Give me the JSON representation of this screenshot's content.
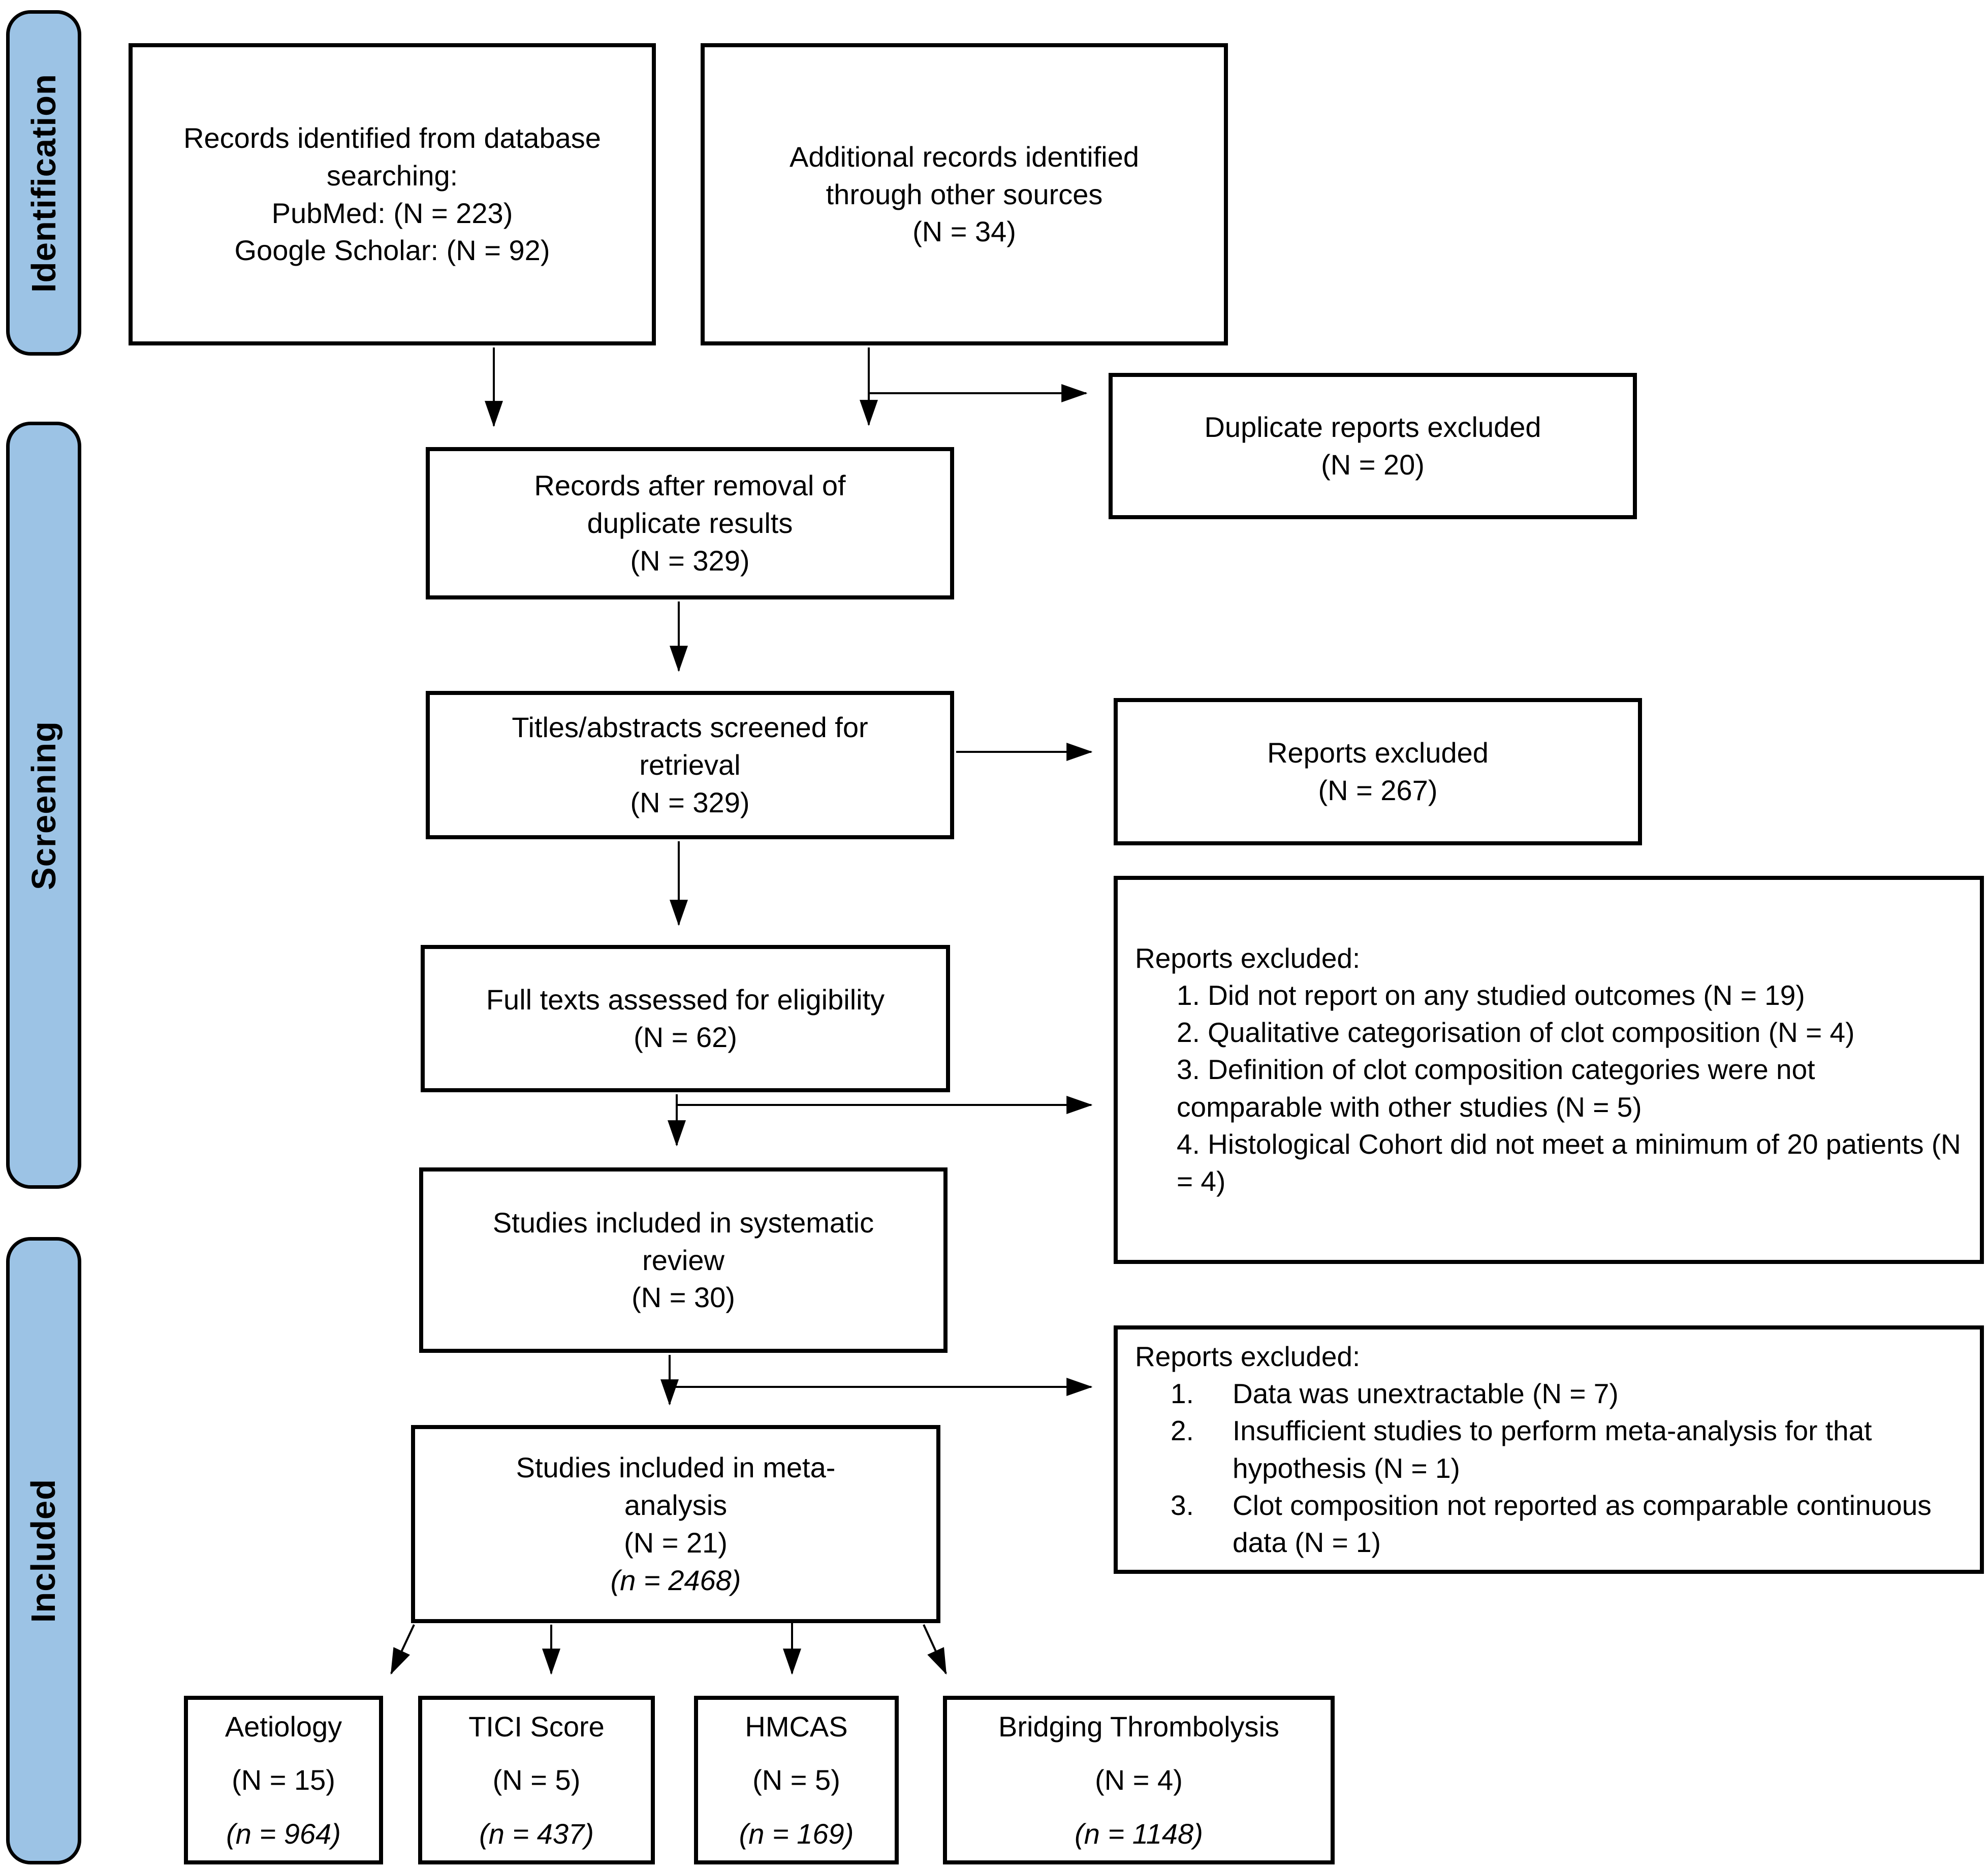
{
  "colors": {
    "sidebar_fill": "#9CC3E5",
    "box_border": "#000000",
    "background": "#FFFFFF"
  },
  "sidebar": {
    "stages": [
      {
        "label": "Identification"
      },
      {
        "label": "Screening"
      },
      {
        "label": "Included"
      }
    ]
  },
  "boxes": {
    "records_db": {
      "lines": [
        "Records identified from database",
        "searching:",
        "PubMed: (N = 223)",
        "Google Scholar: (N = 92)"
      ]
    },
    "additional": {
      "lines": [
        "Additional records identified",
        "through other sources",
        "(N = 34)"
      ]
    },
    "duplicates_excluded": {
      "lines": [
        "Duplicate reports excluded",
        "(N = 20)"
      ]
    },
    "after_removal": {
      "lines": [
        "Records after removal of",
        "duplicate results",
        "(N = 329)"
      ]
    },
    "titles_abstracts": {
      "lines": [
        "Titles/abstracts screened for",
        "retrieval",
        "(N = 329)"
      ]
    },
    "reports_excluded_267": {
      "lines": [
        "Reports excluded",
        "(N = 267)"
      ]
    },
    "full_texts": {
      "lines": [
        "Full texts assessed for eligibility",
        "(N = 62)"
      ]
    },
    "excluded_eligibility": {
      "title": "Reports excluded:",
      "items": [
        "1. Did not report on any studied outcomes (N = 19)",
        "2. Qualitative categorisation of clot composition (N = 4)",
        "3. Definition of clot composition categories were not comparable with other studies (N = 5)",
        "4. Histological Cohort did not meet a minimum of 20 patients (N = 4)"
      ]
    },
    "systematic_review": {
      "lines": [
        "Studies included in systematic",
        "review",
        "(N = 30)"
      ]
    },
    "excluded_meta": {
      "title": "Reports excluded:",
      "items": [
        {
          "num": "1.",
          "text": "Data was unextractable (N = 7)"
        },
        {
          "num": "2.",
          "text": "Insufficient studies to perform meta-analysis for that hypothesis (N = 1)"
        },
        {
          "num": "3.",
          "text": "Clot composition not reported as comparable continuous data (N = 1)"
        }
      ]
    },
    "meta_analysis": {
      "lines": [
        "Studies included in meta-",
        "analysis",
        "(N = 21)"
      ],
      "n_line": "(n = 2468)"
    }
  },
  "outcomes": [
    {
      "label": "Aetiology",
      "n": "(N = 15)",
      "n_small": "(n = 964)"
    },
    {
      "label": "TICI Score",
      "n": "(N = 5)",
      "n_small": "(n = 437)"
    },
    {
      "label": "HMCAS",
      "n": "(N = 5)",
      "n_small": "(n = 169)"
    },
    {
      "label": "Bridging Thrombolysis",
      "n": "(N = 4)",
      "n_small": "(n = 1148)"
    }
  ]
}
